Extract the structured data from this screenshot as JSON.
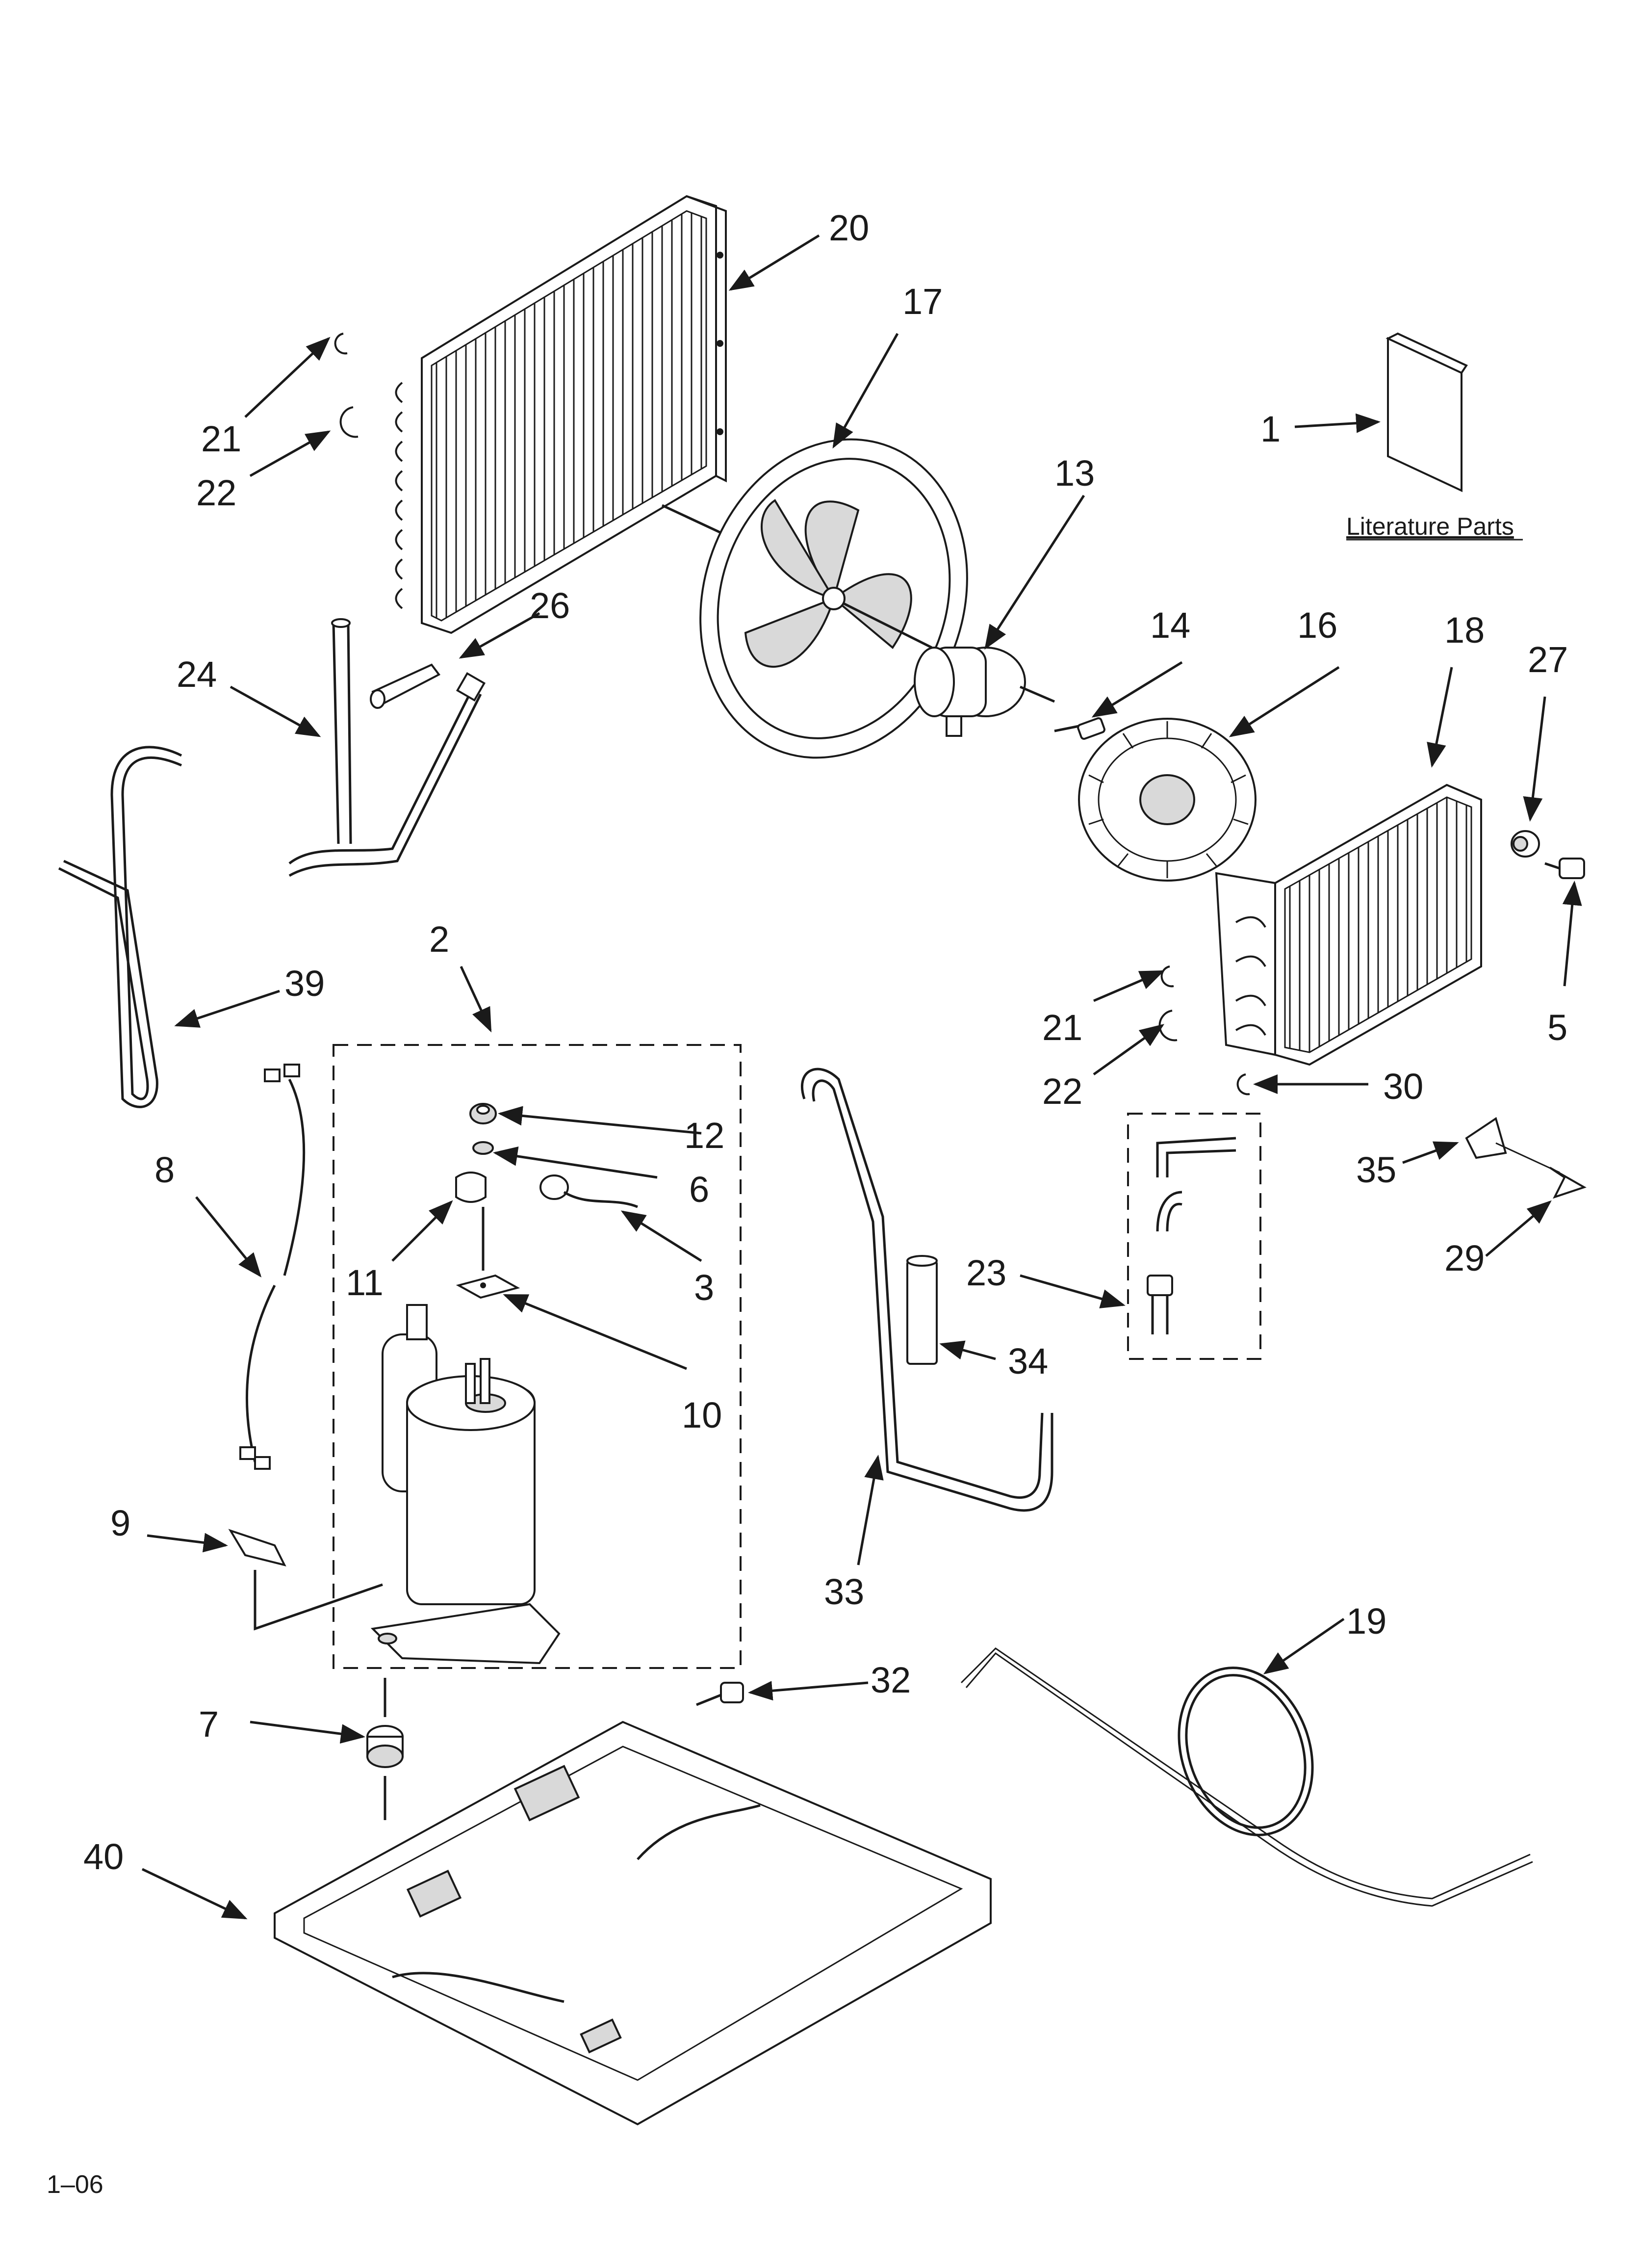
{
  "diagram": {
    "literature_caption": "Literature Parts",
    "footer_code": "1–06",
    "callouts": [
      {
        "id": "c1",
        "label": "1"
      },
      {
        "id": "c2",
        "label": "2"
      },
      {
        "id": "c3",
        "label": "3"
      },
      {
        "id": "c5",
        "label": "5"
      },
      {
        "id": "c6",
        "label": "6"
      },
      {
        "id": "c7",
        "label": "7"
      },
      {
        "id": "c8",
        "label": "8"
      },
      {
        "id": "c9",
        "label": "9"
      },
      {
        "id": "c10",
        "label": "10"
      },
      {
        "id": "c11",
        "label": "11"
      },
      {
        "id": "c12",
        "label": "12"
      },
      {
        "id": "c13",
        "label": "13"
      },
      {
        "id": "c14",
        "label": "14"
      },
      {
        "id": "c16",
        "label": "16"
      },
      {
        "id": "c17",
        "label": "17"
      },
      {
        "id": "c18",
        "label": "18"
      },
      {
        "id": "c19",
        "label": "19"
      },
      {
        "id": "c20",
        "label": "20"
      },
      {
        "id": "c21a",
        "label": "21"
      },
      {
        "id": "c22a",
        "label": "22"
      },
      {
        "id": "c21b",
        "label": "21"
      },
      {
        "id": "c22b",
        "label": "22"
      },
      {
        "id": "c23",
        "label": "23"
      },
      {
        "id": "c24",
        "label": "24"
      },
      {
        "id": "c26",
        "label": "26"
      },
      {
        "id": "c27",
        "label": "27"
      },
      {
        "id": "c29",
        "label": "29"
      },
      {
        "id": "c30",
        "label": "30"
      },
      {
        "id": "c32",
        "label": "32"
      },
      {
        "id": "c33",
        "label": "33"
      },
      {
        "id": "c34",
        "label": "34"
      },
      {
        "id": "c35",
        "label": "35"
      },
      {
        "id": "c39",
        "label": "39"
      },
      {
        "id": "c40",
        "label": "40"
      }
    ]
  }
}
